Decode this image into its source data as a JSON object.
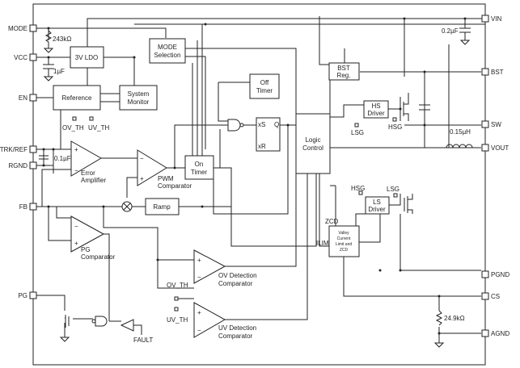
{
  "pins_left": {
    "mode": "MODE",
    "vcc": "VCC",
    "en": "EN",
    "trk": "TRK/REF",
    "rgnd": "RGND",
    "fb": "FB",
    "pg": "PG"
  },
  "pins_right": {
    "vin": "VIN",
    "bst": "BST",
    "sw": "SW",
    "vout": "VOUT",
    "pgnd": "PGND",
    "cs": "CS",
    "agnd": "AGND"
  },
  "blocks": {
    "ldo": "3V LDO",
    "mode_sel": [
      "MODE",
      "Selection"
    ],
    "reference": "Reference",
    "sys_mon": [
      "System",
      "Monitor"
    ],
    "off_timer": [
      "Off",
      "Timer"
    ],
    "on_timer": [
      "On",
      "Timer"
    ],
    "bst_reg": [
      "BST",
      "Reg."
    ],
    "logic": [
      "Logic",
      "Control"
    ],
    "hs_driver": [
      "HS",
      "Driver"
    ],
    "ls_driver": [
      "LS",
      "Driver"
    ],
    "valley": [
      "Valley",
      "Current",
      "Limit and",
      "ZCD"
    ],
    "ramp": "Ramp"
  },
  "labels": {
    "r_mode": "243kΩ",
    "c_vcc": "1µF",
    "c_trk": "0.1µF",
    "c_vin": "0.2µF",
    "l_out": "0.15µH",
    "r_cs": "24.9kΩ",
    "ov_th": "OV_TH",
    "uv_th": "UV_TH",
    "ov_th2": "OV_TH",
    "uv_th2": "UV_TH",
    "error_amp": [
      "Error",
      "Amplifier"
    ],
    "pwm_comp": [
      "PWM",
      "Comparator"
    ],
    "pg_comp": [
      "PG",
      "Comparator"
    ],
    "ov_comp": [
      "OV Detection",
      "Comparator"
    ],
    "uv_comp": [
      "UV Detection",
      "Comparator"
    ],
    "xs": "xS",
    "xr": "xR",
    "q": "Q",
    "lsg": "LSG",
    "hsg": "HSG",
    "hsg2": "HSG",
    "lsg2": "LSG",
    "zcd": "ZCD",
    "ilim": "ILIM",
    "fault": "FAULT",
    "plus": "+",
    "minus": "−"
  }
}
